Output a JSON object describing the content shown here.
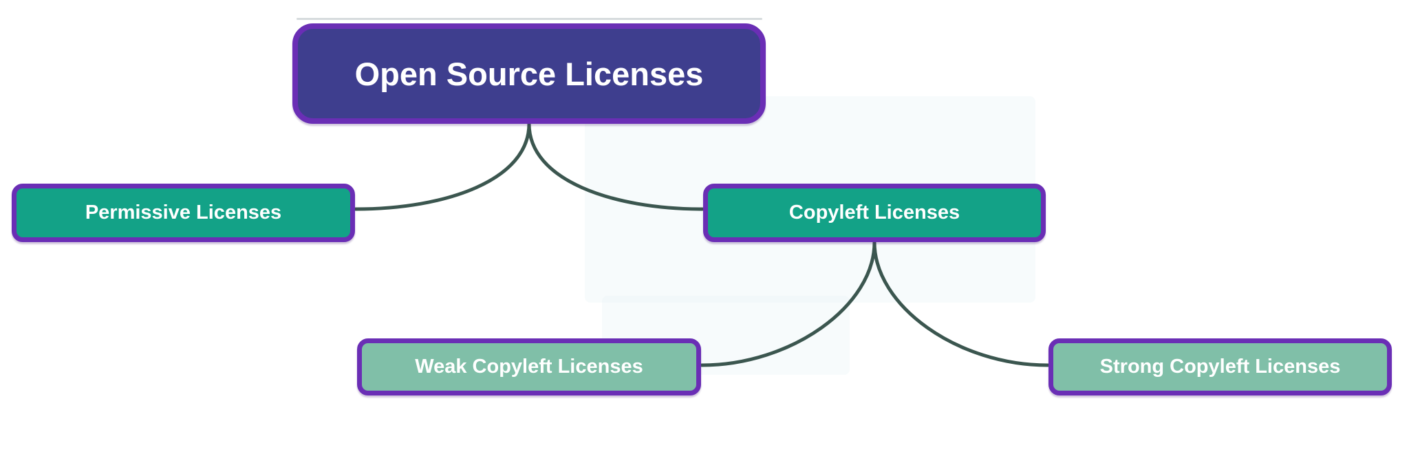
{
  "theme": {
    "background": "#ffffff",
    "root_fill": "#3e3e8e",
    "branch_fill": "#13a287",
    "leaf_fill": "#80bfa8",
    "node_border": "#6a2eb5",
    "edge_color": "#3b564f",
    "text_color": "#ffffff",
    "artifact_line_color": "#cfd5d7"
  },
  "mindmap": {
    "type": "mindmap",
    "root": {
      "id": "root",
      "level": 0,
      "label": "Open Source Licenses"
    },
    "nodes": [
      {
        "id": "permissive",
        "level": 1,
        "parent": "root",
        "label": "Permissive Licenses"
      },
      {
        "id": "copyleft",
        "level": 1,
        "parent": "root",
        "label": "Copyleft Licenses"
      },
      {
        "id": "weak-copyleft",
        "level": 2,
        "parent": "copyleft",
        "label": "Weak Copyleft Licenses"
      },
      {
        "id": "strong-copyleft",
        "level": 2,
        "parent": "copyleft",
        "label": "Strong Copyleft Licenses"
      }
    ],
    "edges": [
      {
        "from": "Open Source Licenses",
        "to": "Permissive Licenses"
      },
      {
        "from": "Open Source Licenses",
        "to": "Copyleft Licenses"
      },
      {
        "from": "Copyleft Licenses",
        "to": "Weak Copyleft Licenses"
      },
      {
        "from": "Copyleft Licenses",
        "to": "Strong Copyleft Licenses"
      }
    ]
  }
}
